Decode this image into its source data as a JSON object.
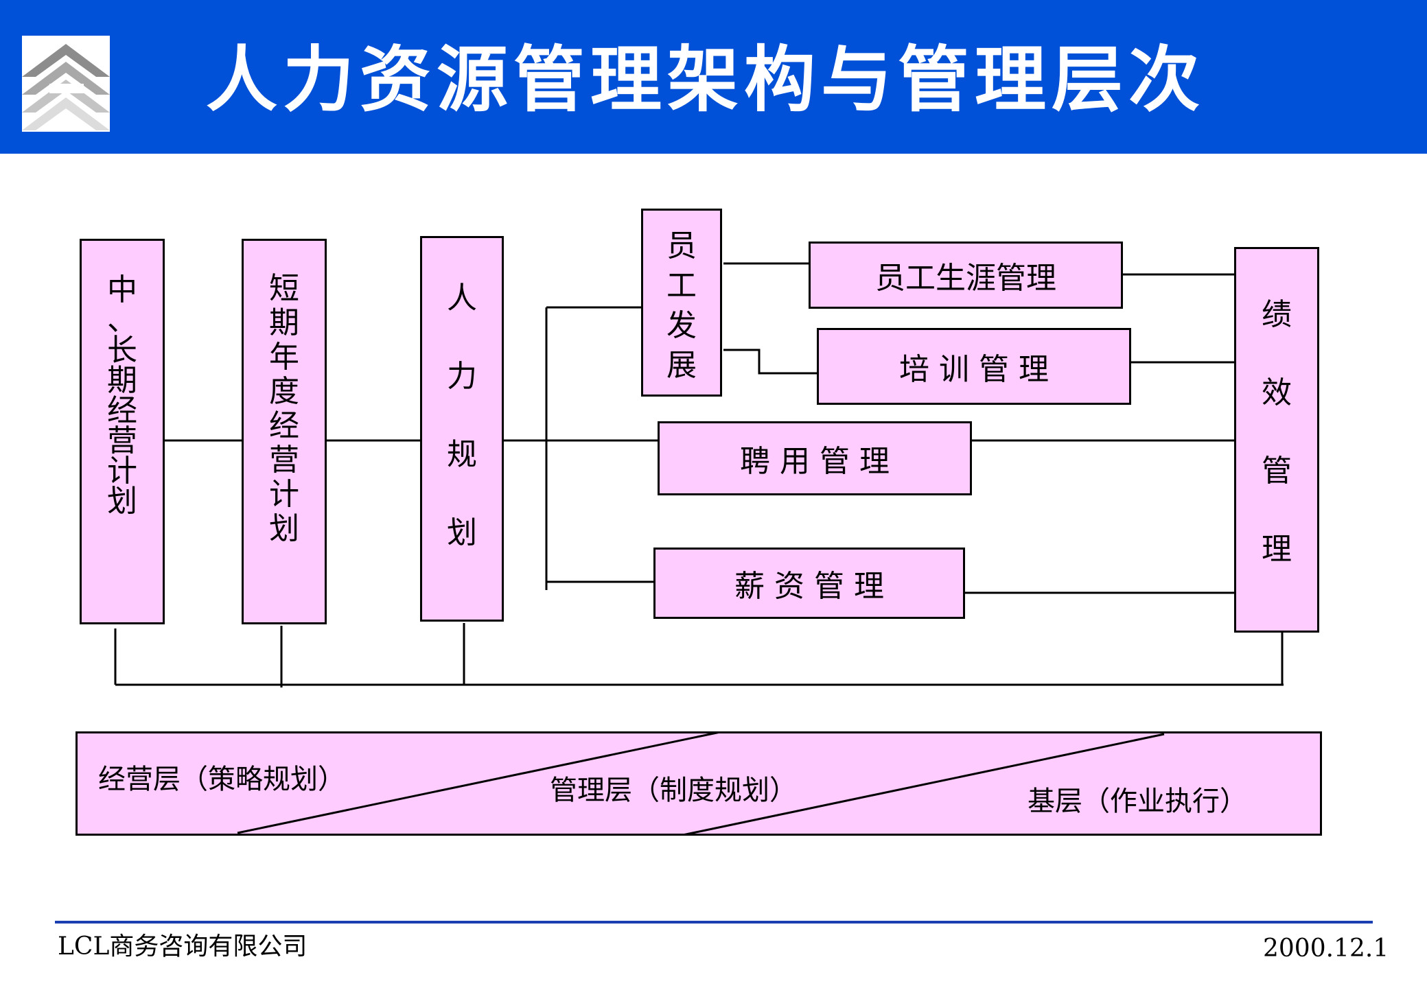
{
  "header": {
    "title": "人力资源管理架构与管理层次",
    "logo_icon": "stacked-chevron-logo",
    "background_color": "#0050d8"
  },
  "diagram": {
    "box_fill_color": "#ffccff",
    "vertical_boxes": {
      "long_term_plan": "中、长期经营计划",
      "short_term_plan": "短期年度经营计划",
      "hr_planning": "人力规划",
      "employee_development": "员工发展",
      "performance_management": "绩效管理"
    },
    "horizontal_boxes": {
      "career_management": "员工生涯管理",
      "training_management": "培 训 管 理",
      "hiring_management": "聘 用 管 理",
      "salary_management": "薪 资 管 理"
    },
    "levels": {
      "operating": "经营层（策略规划）",
      "management": "管理层（制度规划）",
      "base": "基层（作业执行）"
    }
  },
  "footer": {
    "company": "LCL商务咨询有限公司",
    "date": "2000.12.1"
  }
}
